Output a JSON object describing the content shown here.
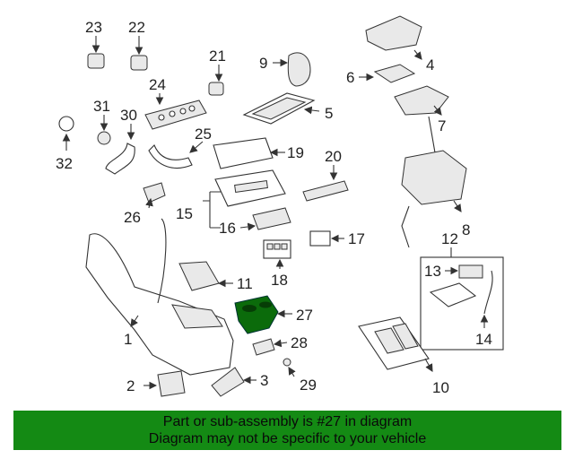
{
  "callouts": {
    "n1": "1",
    "n2": "2",
    "n3": "3",
    "n4": "4",
    "n5": "5",
    "n6": "6",
    "n7": "7",
    "n8": "8",
    "n9": "9",
    "n10": "10",
    "n11": "11",
    "n12": "12",
    "n13": "13",
    "n14": "14",
    "n15": "15",
    "n16": "16",
    "n17": "17",
    "n18": "18",
    "n19": "19",
    "n20": "20",
    "n21": "21",
    "n22": "22",
    "n23": "23",
    "n24": "24",
    "n25": "25",
    "n26": "26",
    "n27": "27",
    "n28": "28",
    "n29": "29",
    "n30": "30",
    "n31": "31",
    "n32": "32"
  },
  "highlight_part": "27",
  "colors": {
    "highlight": "#0b6b0b",
    "banner": "#148a14"
  },
  "banner": {
    "line1": "Part or sub-assembly is #27 in diagram",
    "line2": "Diagram may not be specific to your vehicle"
  }
}
